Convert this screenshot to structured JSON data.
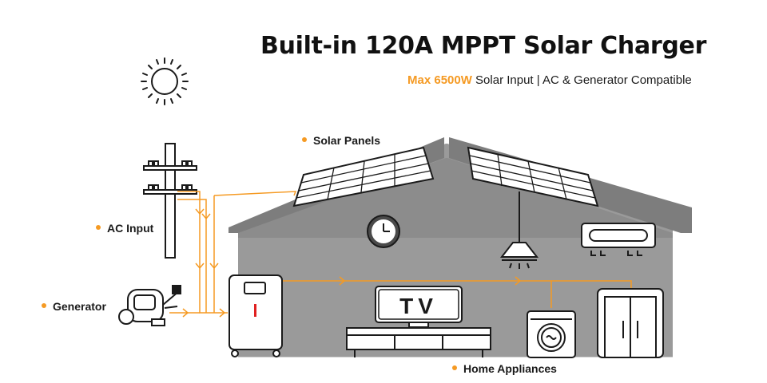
{
  "header": {
    "title": "Built-in 120A MPPT Solar Charger",
    "subtitle_highlight": "Max 6500W",
    "subtitle_rest": " Solar Input | AC & Generator Compatible"
  },
  "labels": {
    "solar_panels": "Solar Panels",
    "ac_input": "AC Input",
    "generator": "Generator",
    "home_appliances": "Home Appliances",
    "tv_text": "TV"
  },
  "colors": {
    "accent": "#f59a23",
    "house_wall": "#9a9a9a",
    "roof": "#7d7d7d",
    "outline": "#1a1a1a"
  },
  "icons": [
    "sun-icon",
    "utility-pole-icon",
    "generator-icon",
    "battery-unit-icon",
    "clock-icon",
    "ceiling-lamp-icon",
    "air-conditioner-icon",
    "tv-icon",
    "washing-machine-icon",
    "refrigerator-icon"
  ]
}
